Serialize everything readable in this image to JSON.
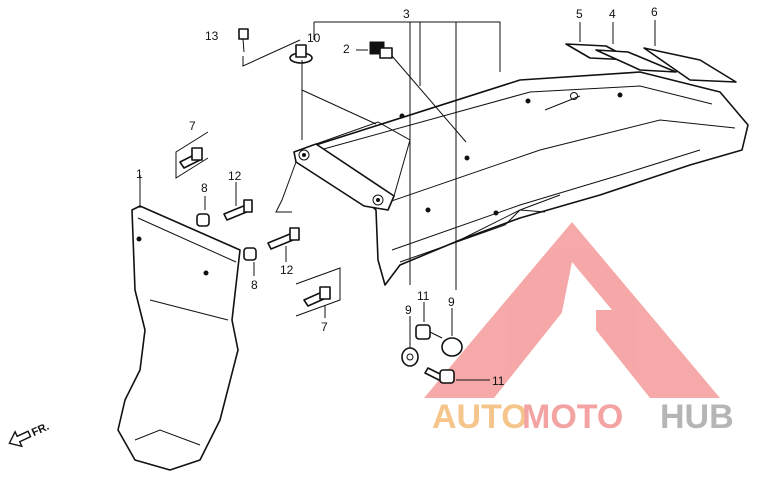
{
  "callouts": {
    "c1": "1",
    "c2": "2",
    "c3": "3",
    "c4": "4",
    "c5": "5",
    "c6": "6",
    "c7a": "7",
    "c7b": "7",
    "c8a": "8",
    "c8b": "8",
    "c9a": "9",
    "c9b": "9",
    "c10": "10",
    "c11a": "11",
    "c11b": "11",
    "c12a": "12",
    "c12b": "12",
    "c13": "13"
  },
  "direction_label": "FR.",
  "watermark": {
    "text_a": "AUTO",
    "text_b": "MOTO",
    "text_c": "HUB",
    "color_a": "#f6c58c",
    "color_b": "#f4a3a3",
    "color_c": "#b5b5b5",
    "logo_color": "#f59a9a"
  }
}
